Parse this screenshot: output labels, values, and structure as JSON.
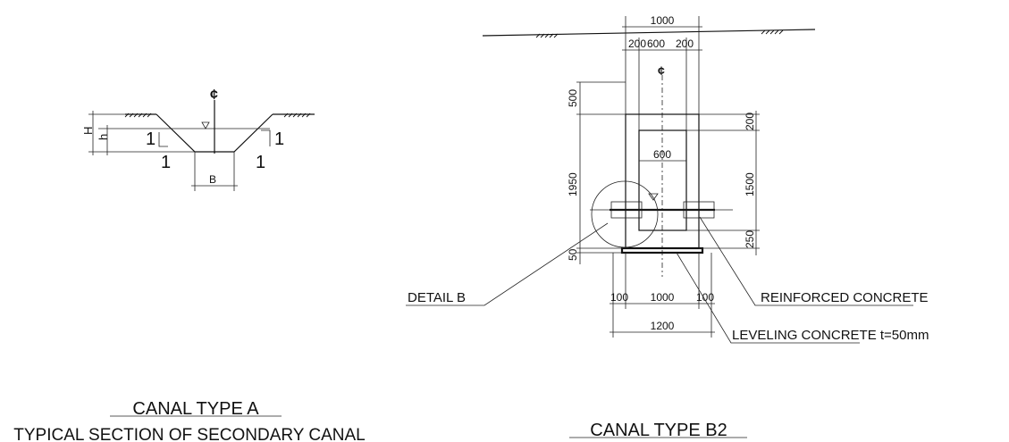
{
  "canal_a": {
    "centerline": "¢",
    "dim_H": "H",
    "dim_h": "h",
    "slope_left_v": "1",
    "slope_left_h": "1",
    "slope_right_v": "1",
    "slope_right_h": "1",
    "dim_B": "B",
    "title": "CANAL TYPE A",
    "subtitle": "TYPICAL SECTION OF SECONDARY CANAL"
  },
  "canal_b2": {
    "centerline": "¢",
    "dim_top_total": "1000",
    "dim_top_left": "200",
    "dim_top_mid": "600",
    "dim_top_right": "200",
    "dim_left_upper": "500",
    "dim_left_main": "1950",
    "dim_left_bottom": "50",
    "dim_right_top": "200",
    "dim_right_mid": "1500",
    "dim_right_bottom": "250",
    "dim_inner_width": "600",
    "dim_bottom_left": "100",
    "dim_bottom_mid": "1000",
    "dim_bottom_right": "100",
    "dim_bottom_total": "1200",
    "label_detail": "DETAIL B",
    "label_reinforced": "REINFORCED CONCRETE",
    "label_leveling": "LEVELING CONCRETE t=50mm",
    "title": "CANAL TYPE B2"
  }
}
